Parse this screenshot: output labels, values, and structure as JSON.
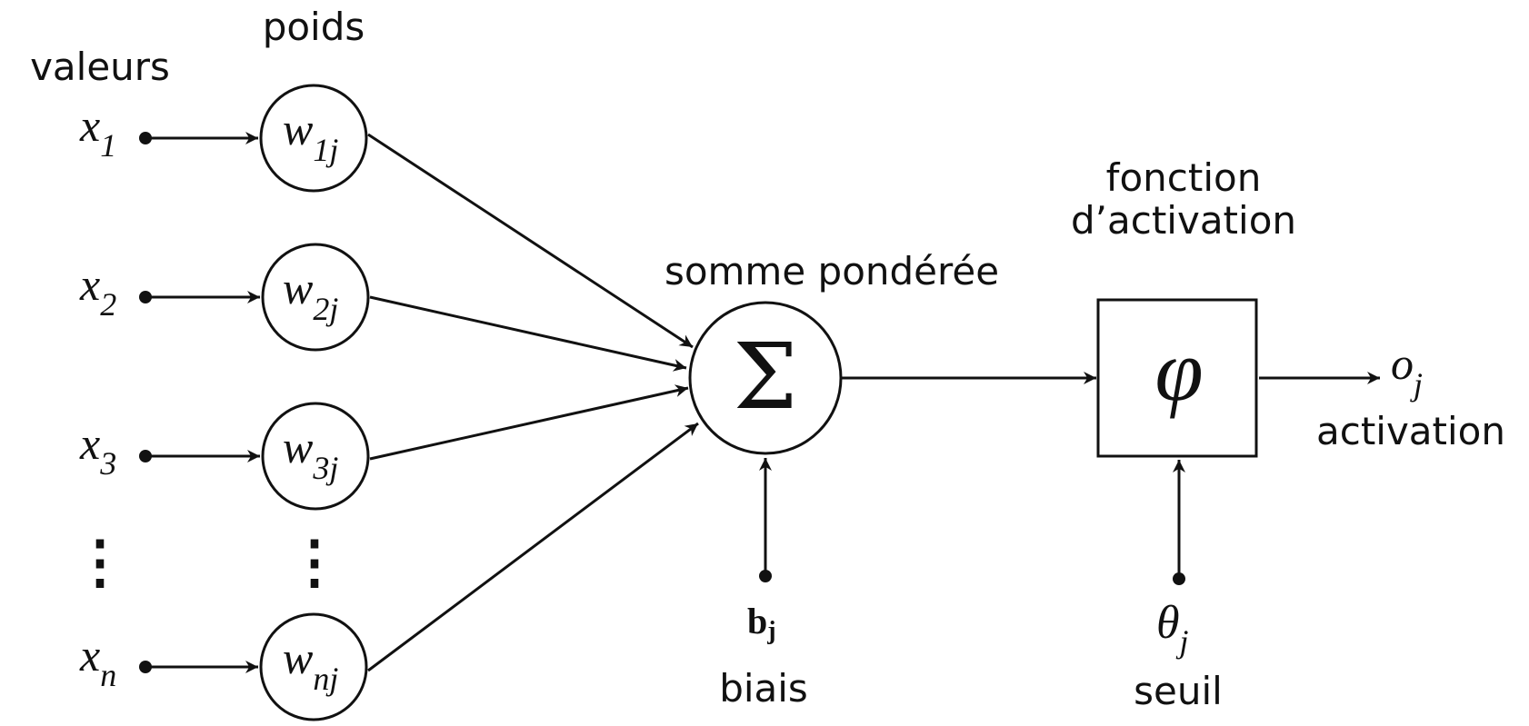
{
  "labels": {
    "inputs_header": "valeurs",
    "weights_header": "poids",
    "sum_label": "somme pondérée",
    "activation_fn_line1": "fonction",
    "activation_fn_line2": "d’activation",
    "bias_label": "biais",
    "threshold_label": "seuil",
    "output_label": "activation"
  },
  "inputs": [
    {
      "symbol": "x",
      "sub": "1"
    },
    {
      "symbol": "x",
      "sub": "2"
    },
    {
      "symbol": "x",
      "sub": "3"
    },
    {
      "symbol": "x",
      "sub": "n"
    }
  ],
  "weights": [
    {
      "symbol": "w",
      "sub": "1j"
    },
    {
      "symbol": "w",
      "sub": "2j"
    },
    {
      "symbol": "w",
      "sub": "3j"
    },
    {
      "symbol": "w",
      "sub": "nj"
    }
  ],
  "sum_symbol": "Σ",
  "activation_symbol": "φ",
  "bias": {
    "symbol": "b",
    "sub": "j"
  },
  "threshold": {
    "symbol": "θ",
    "sub": "j"
  },
  "output": {
    "symbol": "o",
    "sub": "j"
  },
  "ellipsis": "⋮"
}
